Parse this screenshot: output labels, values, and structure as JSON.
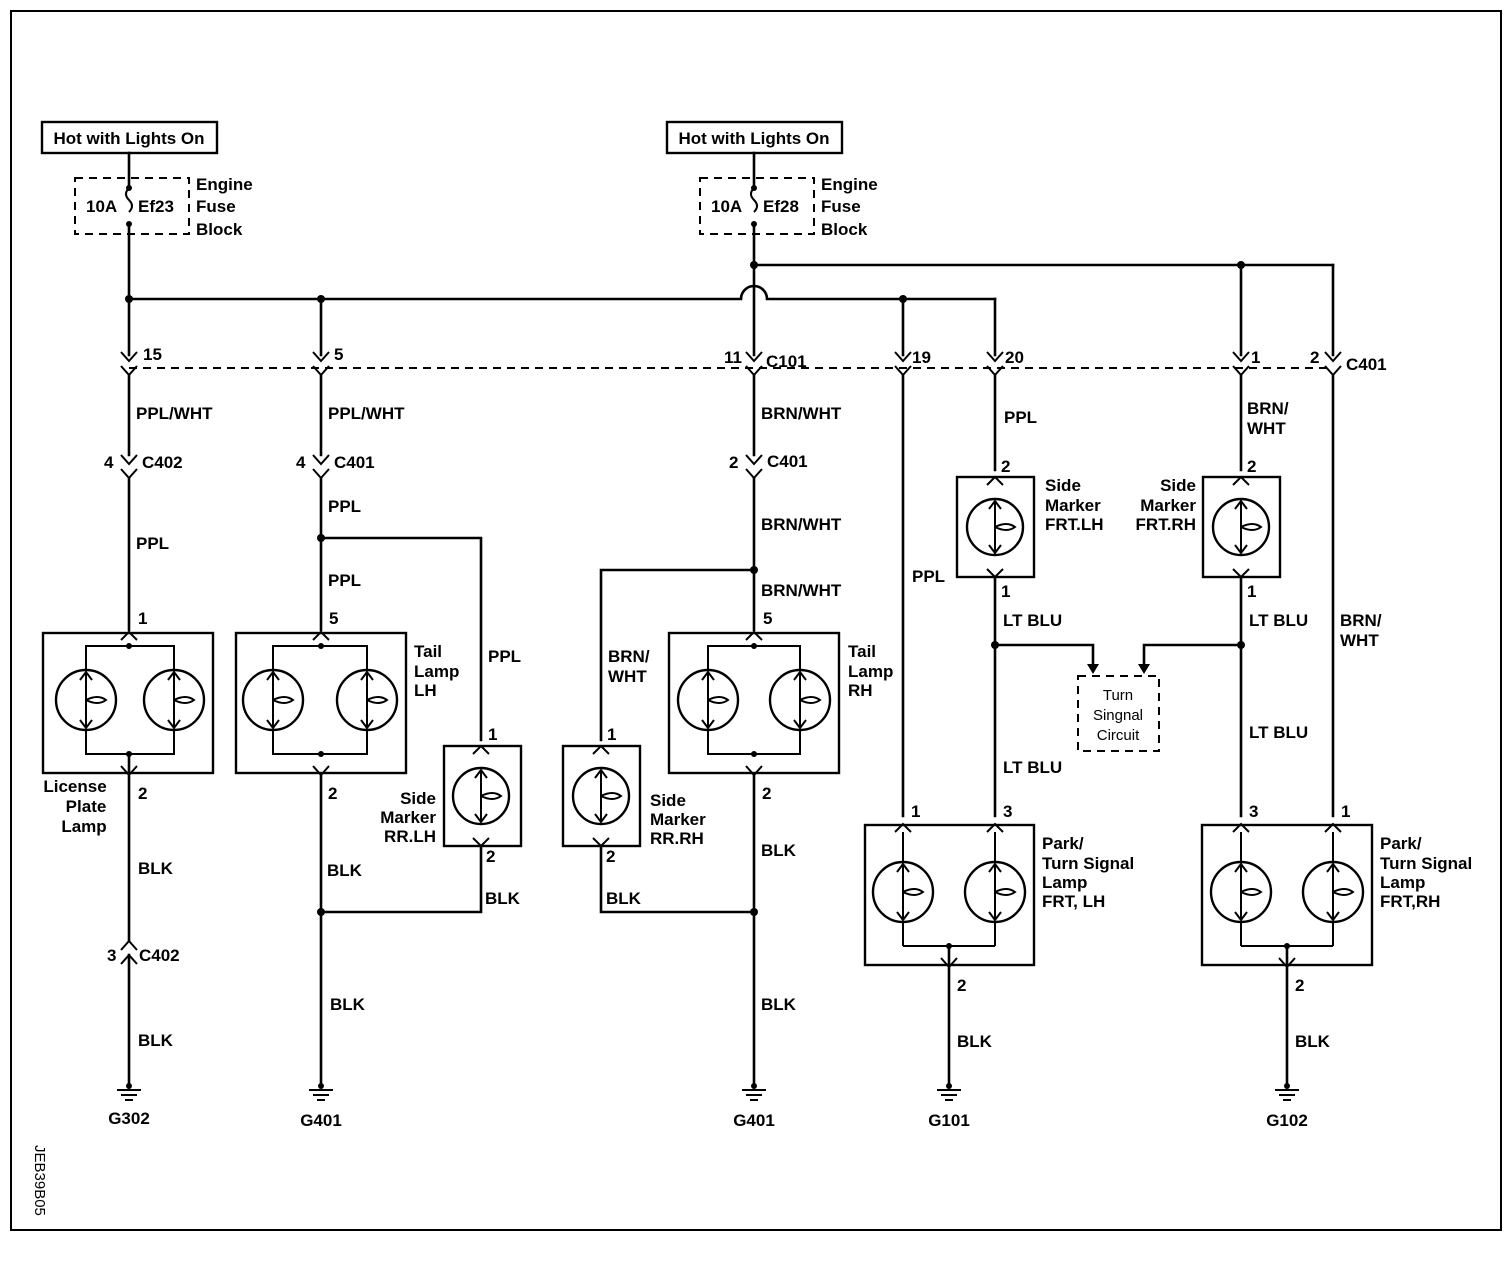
{
  "sources": [
    {
      "label": "Hot with Lights On"
    },
    {
      "label": "Hot with Lights On"
    }
  ],
  "fuses": [
    {
      "rating": "10A",
      "id": "Ef23",
      "block": [
        "Engine",
        "Fuse",
        "Block"
      ]
    },
    {
      "rating": "10A",
      "id": "Ef28",
      "block": [
        "Engine",
        "Fuse",
        "Block"
      ]
    }
  ],
  "connectors": {
    "c101": "C101",
    "c401": "C401",
    "c402": "C402",
    "pins": {
      "p15": "15",
      "p5": "5",
      "p11": "11",
      "p19": "19",
      "p20": "20",
      "p1": "1",
      "p2": "2",
      "p4": "4",
      "p3": "3"
    }
  },
  "wires": {
    "ppl_wht": "PPL/WHT",
    "ppl": "PPL",
    "brn_wht": "BRN/WHT",
    "brn": "BRN/",
    "wht": "WHT",
    "blk": "BLK",
    "lt_blu": "LT BLU"
  },
  "components": {
    "license_plate": [
      "License",
      "Plate",
      "Lamp"
    ],
    "tail_lh": [
      "Tail",
      "Lamp",
      "LH"
    ],
    "tail_rh": [
      "Tail",
      "Lamp",
      "RH"
    ],
    "side_rr_lh": [
      "Side",
      "Marker",
      "RR.LH"
    ],
    "side_rr_rh": [
      "Side",
      "Marker",
      "RR.RH"
    ],
    "side_frt_lh": [
      "Side",
      "Marker",
      "FRT.LH"
    ],
    "side_frt_rh": [
      "Side",
      "Marker",
      "FRT.RH"
    ],
    "park_lh": [
      "Park/",
      "Turn Signal",
      "Lamp",
      "FRT, LH"
    ],
    "park_rh": [
      "Park/",
      "Turn Signal",
      "Lamp",
      "FRT,RH"
    ],
    "turn_circuit": [
      "Turn",
      "Singnal",
      "Circuit"
    ]
  },
  "grounds": {
    "g302": "G302",
    "g401a": "G401",
    "g401b": "G401",
    "g101": "G101",
    "g102": "G102"
  },
  "figure_code": "JEB39B05"
}
